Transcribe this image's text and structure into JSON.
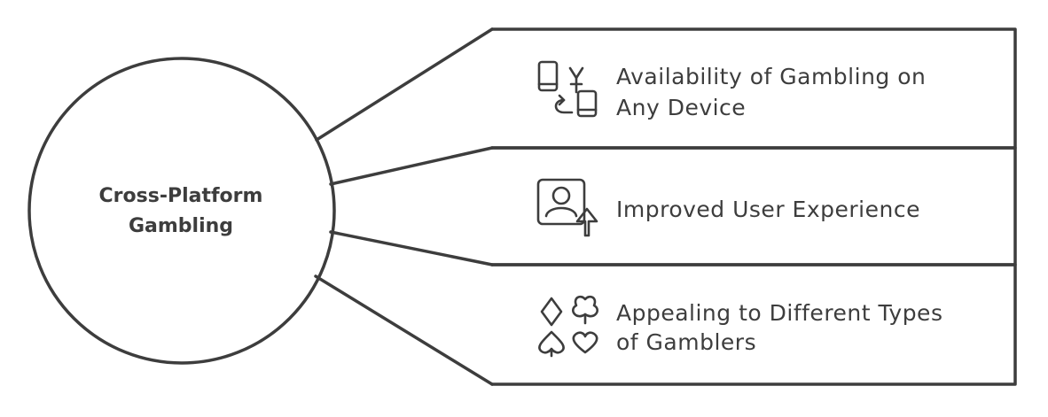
{
  "center": {
    "line1": "Cross-Platform",
    "line2": "Gambling"
  },
  "items": [
    {
      "line1": "Availability of Gambling on",
      "line2": "Any Device",
      "icon": "device-sync-icon"
    },
    {
      "line1": "Improved User Experience",
      "line2": "",
      "icon": "user-upgrade-icon"
    },
    {
      "line1": "Appealing to Different Types",
      "line2": "of Gamblers",
      "icon": "card-suits-icon"
    }
  ]
}
